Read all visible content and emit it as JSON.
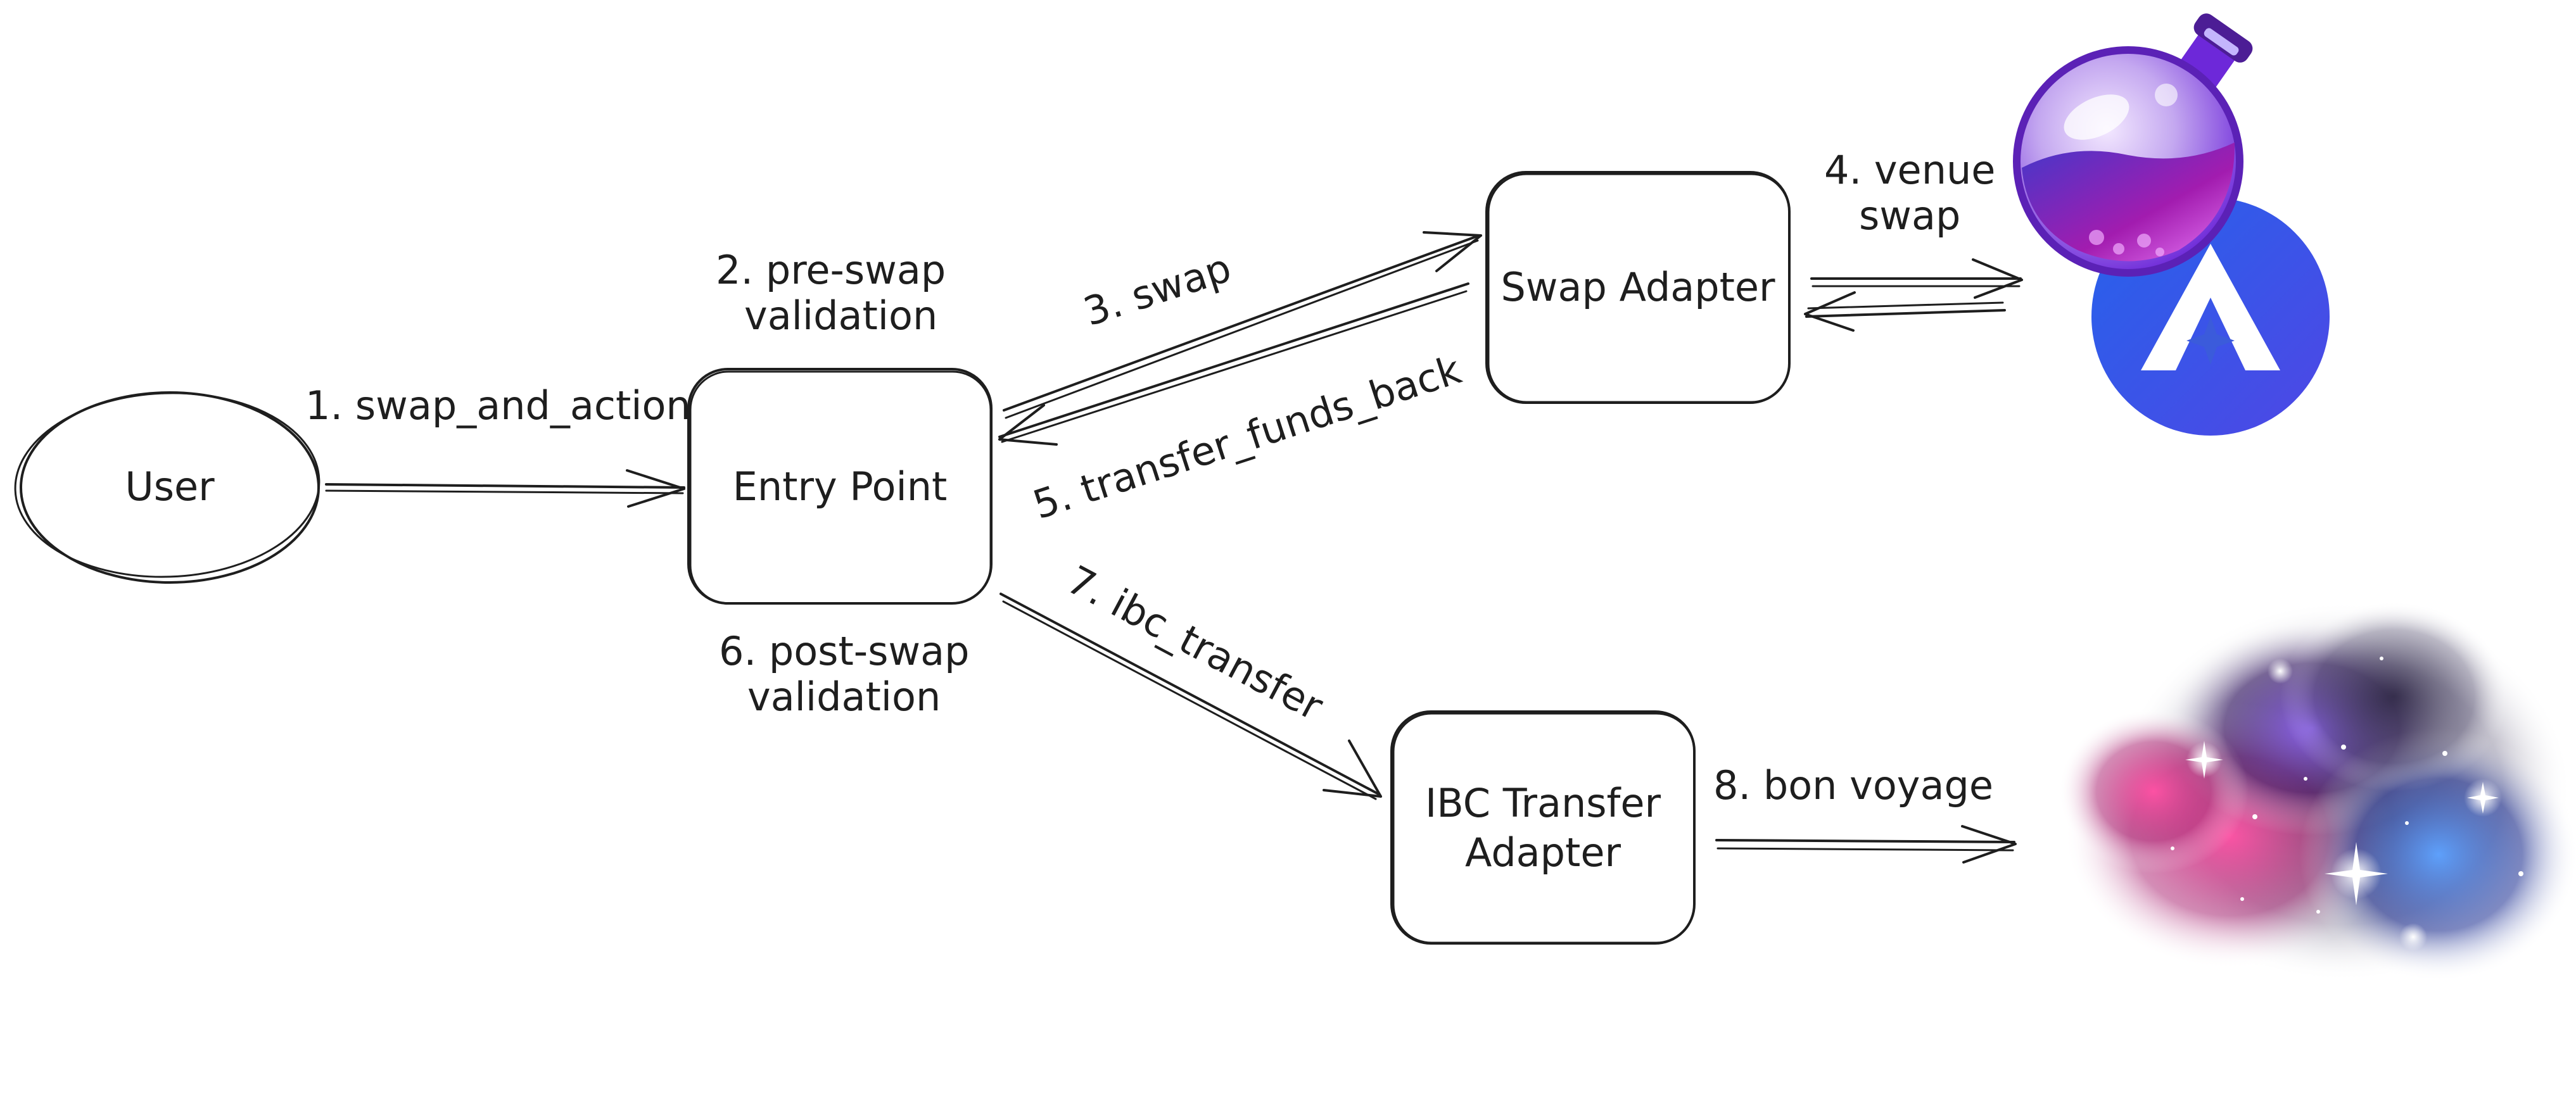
{
  "nodes": {
    "user": "User",
    "entry_point": "Entry Point",
    "swap_adapter": "Swap Adapter",
    "ibc_adapter_line1": "IBC Transfer",
    "ibc_adapter_line2": "Adapter"
  },
  "edges": {
    "e1": "1. swap_and_action",
    "e2_line1": "2. pre-swap",
    "e2_line2": "validation",
    "e3": "3. swap",
    "e4_line1": "4. venue",
    "e4_line2": "swap",
    "e5": "5. transfer_funds_back",
    "e6_line1": "6. post-swap",
    "e6_line2": "validation",
    "e7": "7. ibc_transfer",
    "e8": "8. bon voyage"
  },
  "images": {
    "venue_logo_1": "potion-flask-icon",
    "venue_logo_2": "astroport-a-icon",
    "destination": "galaxy-nebula-image"
  },
  "colors": {
    "ink": "#1e1e1e",
    "flask_purple": "#7b2cbf",
    "flask_magenta": "#c026d3",
    "astro_blue": "#3b5bdb"
  }
}
